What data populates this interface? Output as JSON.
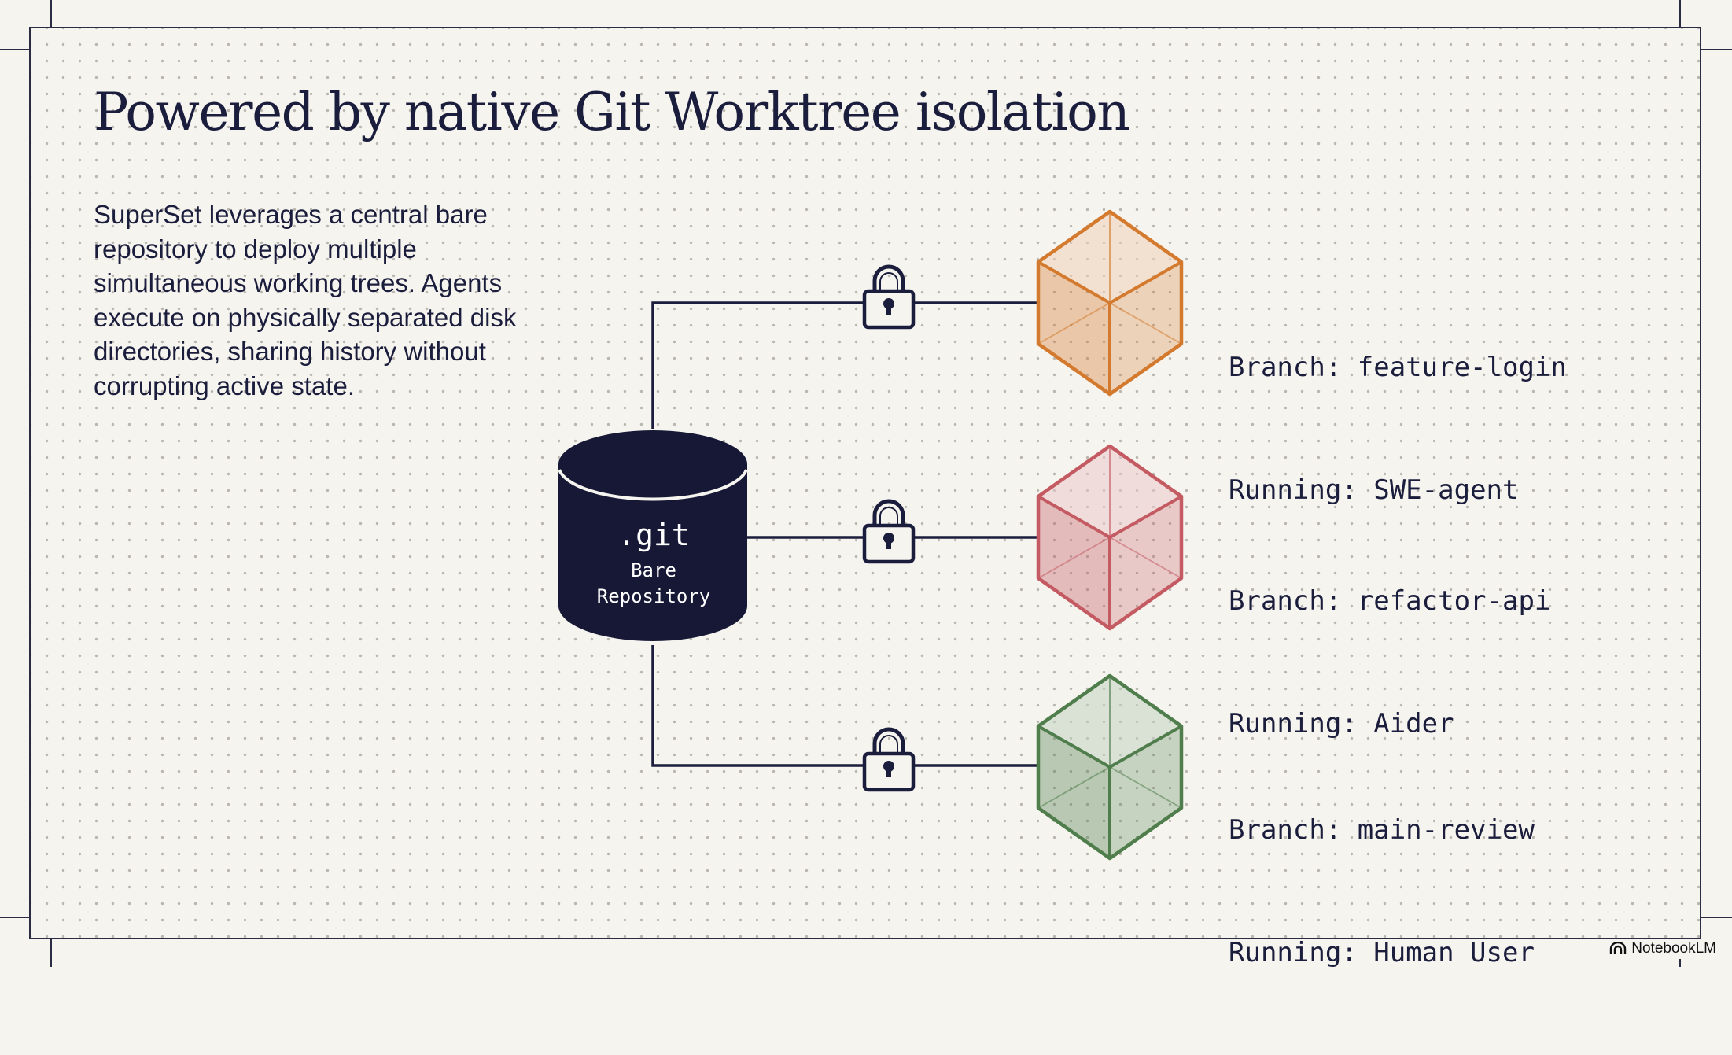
{
  "title": "Powered by native Git Worktree isolation",
  "description": "SuperSet leverages a central bare repository to deploy multiple simultaneous working trees. Agents execute on physically separated disk directories, sharing history without corrupting active state.",
  "repository": {
    "name": ".git",
    "line1": "Bare",
    "line2": "Repository",
    "fill": "#161836"
  },
  "worktrees": [
    {
      "branch": "Branch: feature-login",
      "running": "Running: SWE-agent",
      "color": "#d47a2e",
      "icon": "cube-icon"
    },
    {
      "branch": "Branch: refactor-api",
      "running": "Running: Aider",
      "color": "#c45a62",
      "icon": "cube-icon"
    },
    {
      "branch": "Branch: main-review",
      "running": "Running: Human User",
      "color": "#4f7d4c",
      "icon": "cube-icon"
    }
  ],
  "lock_icon": "lock-icon",
  "badge": {
    "label": "NotebookLM",
    "icon": "notebooklm-logo-icon"
  }
}
